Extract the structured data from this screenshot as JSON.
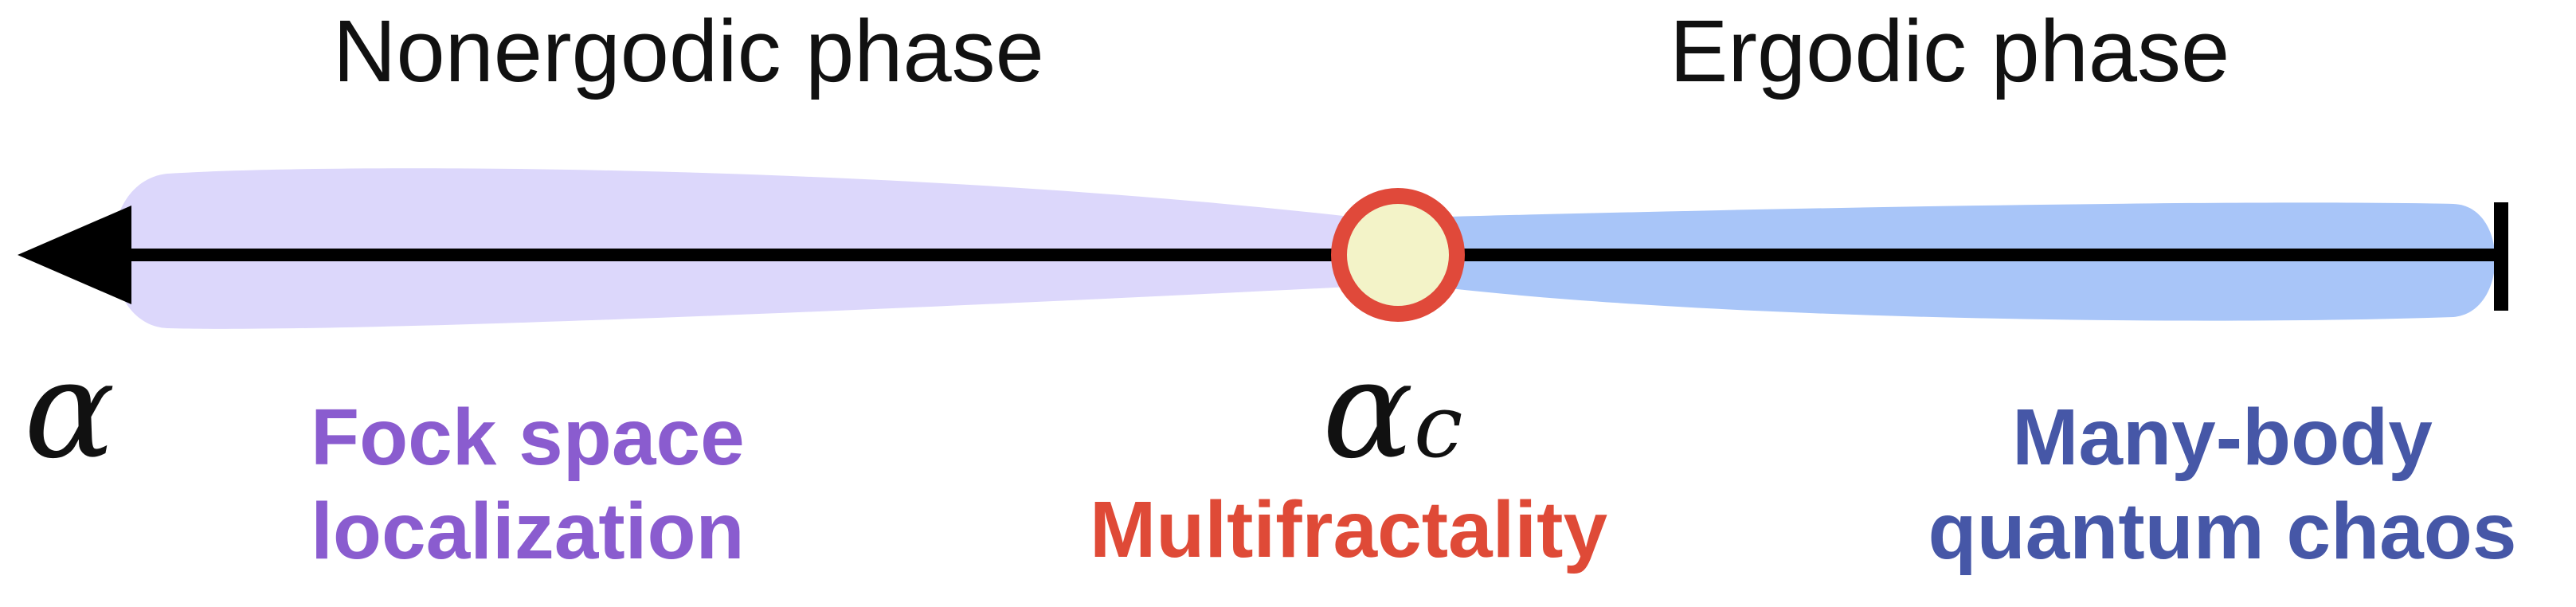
{
  "phases": {
    "left_title": "Nonergodic phase",
    "right_title": "Ergodic phase"
  },
  "axis": {
    "variable": "α",
    "critical_symbol": "α",
    "critical_subscript": "c"
  },
  "regimes": {
    "left_line1": "Fock space",
    "left_line2": "localization",
    "critical": "Multifractality",
    "right_line1": "Many-body",
    "right_line2": "quantum chaos"
  },
  "colors": {
    "left_band": "#dcd7fb",
    "right_band": "#a8c5f8",
    "axis": "#000000",
    "critical_ring": "#e0493a",
    "critical_fill": "#f3f3c8",
    "left_text": "#8a5ccf",
    "critical_text": "#df4a37",
    "right_text": "#4657a7"
  }
}
